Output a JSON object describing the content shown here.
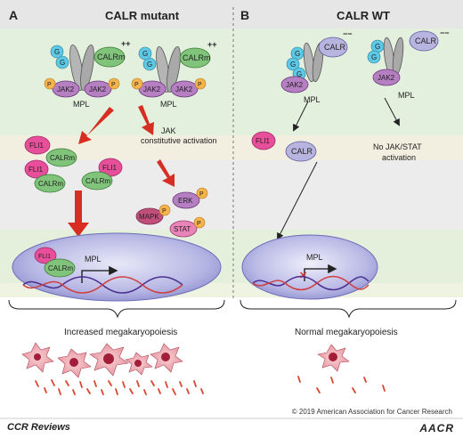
{
  "panel_a": {
    "letter": "A",
    "title": "CALR mutant",
    "calr_mutant_label": "CALRm",
    "charge_label": "++",
    "jak2_label": "JAK2",
    "glycan_label": "G",
    "phospho_label": "P",
    "mpl_label": "MPL",
    "jak_activation_label": "JAK\nconstitutive activation",
    "fli1_label": "FLI1",
    "erk_label": "ERK",
    "mapk_label": "MAPK",
    "stat_label": "STAT",
    "nucleus_mpl_label": "MPL",
    "outcome_label": "Increased megakaryopoiesis"
  },
  "panel_b": {
    "letter": "B",
    "title": "CALR WT",
    "calr_label": "CALR",
    "charge_label": "−−",
    "jak2_label": "JAK2",
    "glycan_label": "G",
    "mpl_label": "MPL",
    "fli1_label": "FLI1",
    "no_activation_label": "No JAK/STAT\nactivation",
    "nucleus_mpl_label": "MPL",
    "outcome_label": "Normal megakaryopoiesis"
  },
  "footer": {
    "copyright": "© 2019 American Association for Cancer Research",
    "journal": "CCR Reviews",
    "publisher": "AACR"
  },
  "colors": {
    "calr_mutant_fill": "#7fc47a",
    "calr_wt_fill": "#b8b4e0",
    "jak2_fill": "#b57fc2",
    "fli1_fill": "#e84f9a",
    "phospho_fill": "#f6b44a",
    "glycan_fill": "#5ec9e6",
    "red_arrow": "#d62e23",
    "nucleus_fill": "#9f9fd8",
    "platelet_fill": "#e08080"
  }
}
